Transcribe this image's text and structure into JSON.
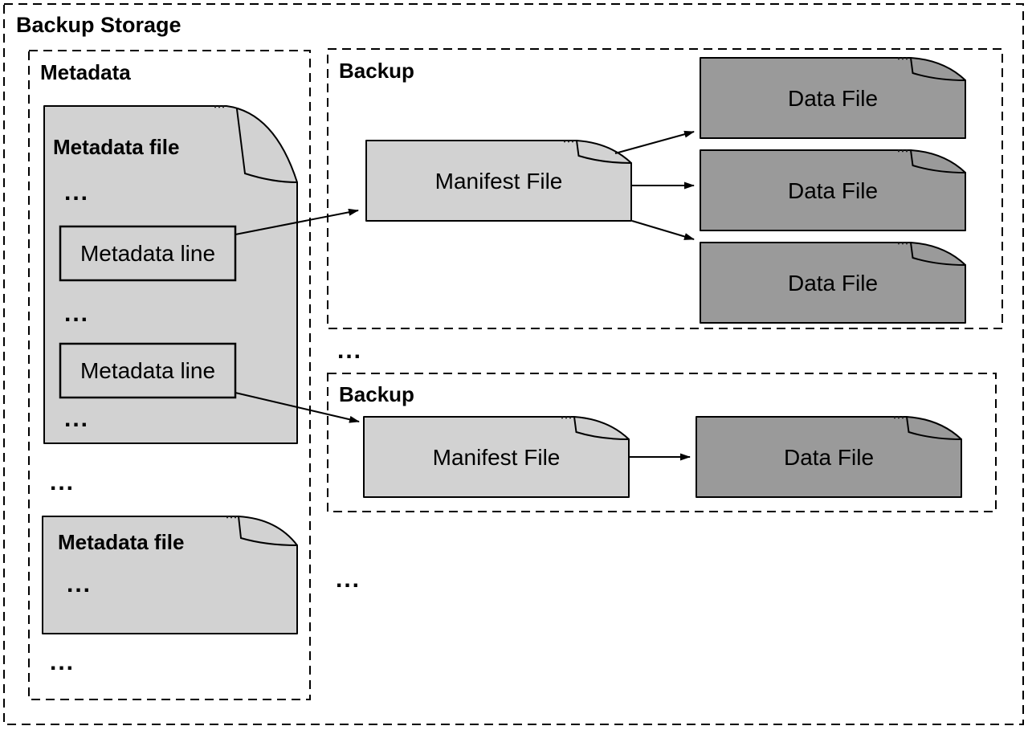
{
  "title": "Backup Storage",
  "ellipsis": "...",
  "colors": {
    "light_doc": "#d2d2d2",
    "dark_doc": "#9a9a9a",
    "outline": "#000000"
  },
  "metadata": {
    "label": "Metadata",
    "file_top": {
      "title": "Metadata file",
      "line1": "Metadata line",
      "line2": "Metadata line"
    },
    "file_bottom": {
      "title": "Metadata file"
    }
  },
  "backups": [
    {
      "label": "Backup",
      "manifest": "Manifest File",
      "data_files": [
        "Data File",
        "Data File",
        "Data File"
      ]
    },
    {
      "label": "Backup",
      "manifest": "Manifest File",
      "data_files": [
        "Data File"
      ]
    }
  ]
}
